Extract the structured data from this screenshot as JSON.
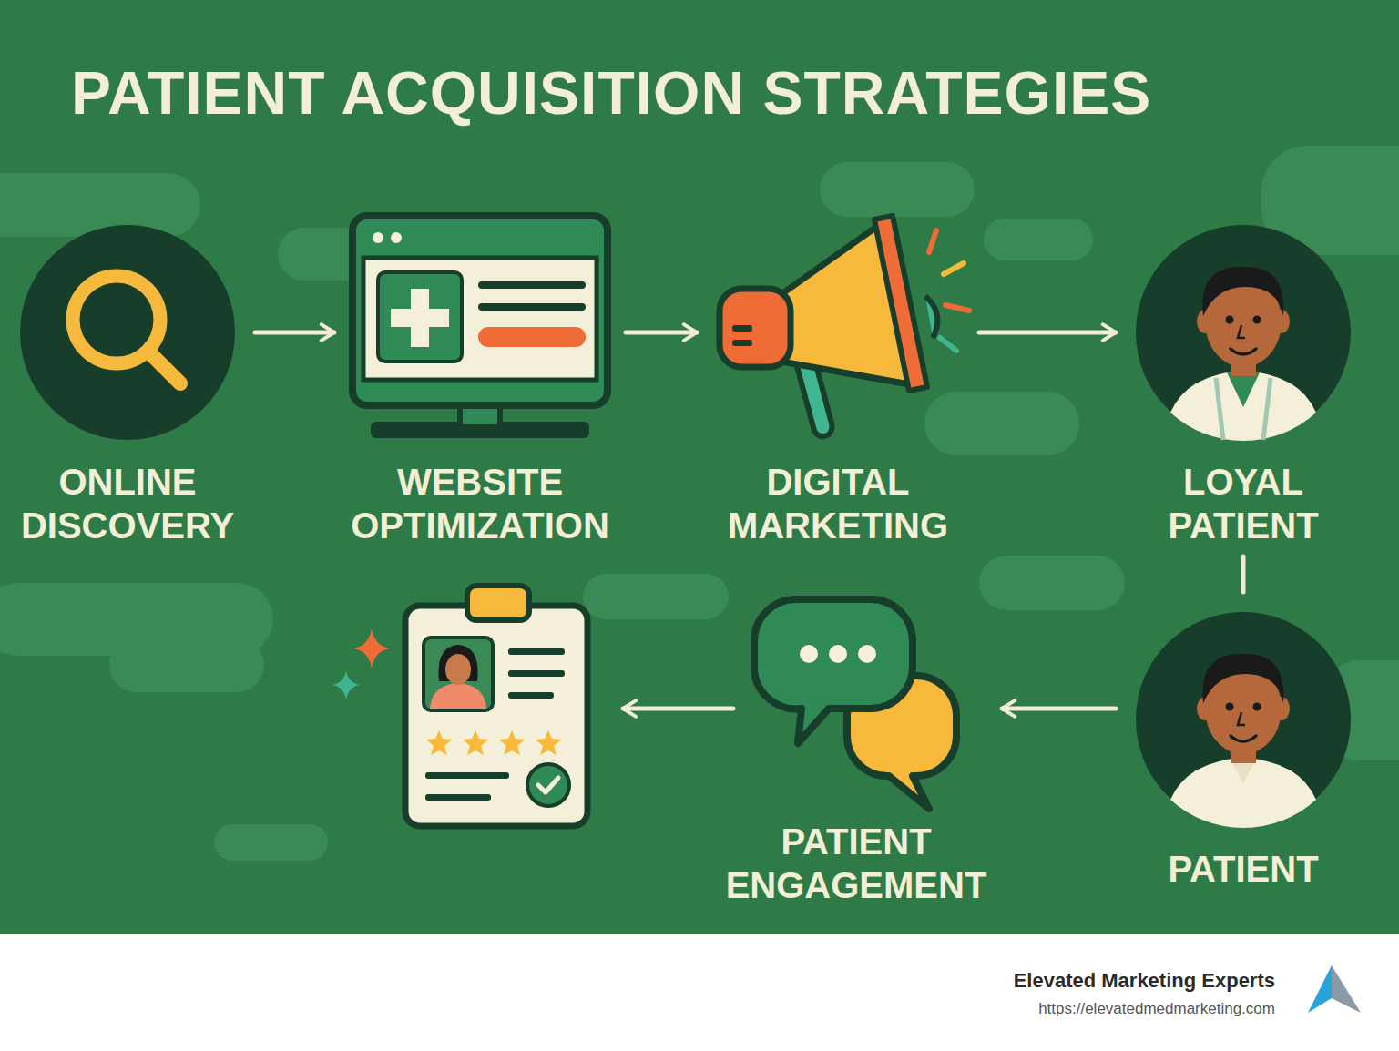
{
  "diagram": {
    "title": "PATIENT ACQUISITION STRATEGIES",
    "nodes": [
      {
        "text": [
          "ONLINE DISCOVERY"
        ]
      },
      {
        "text": [
          "WEBSITE OPTIMIZATION"
        ]
      },
      {
        "text": [
          "DIGITAL MARKETING"
        ]
      },
      {
        "text": [
          "LOYAL PATIENT"
        ]
      },
      {
        "text": [
          "PATIENT"
        ]
      },
      {
        "text": [
          "PATIENT ENGAGEMENT"
        ]
      }
    ],
    "edges": [
      {
        "from": 0,
        "to": 1,
        "arrow": "to"
      },
      {
        "from": 1,
        "to": 2,
        "arrow": "to"
      },
      {
        "from": 2,
        "to": 3,
        "arrow": "to"
      },
      {
        "from": 3,
        "to": 4,
        "arrow": "none"
      },
      {
        "from": 4,
        "to": 5,
        "arrow": "to"
      }
    ],
    "labels": [
      "Elevated Marketing Experts",
      "https://elevatedmedmarketing.com"
    ]
  }
}
